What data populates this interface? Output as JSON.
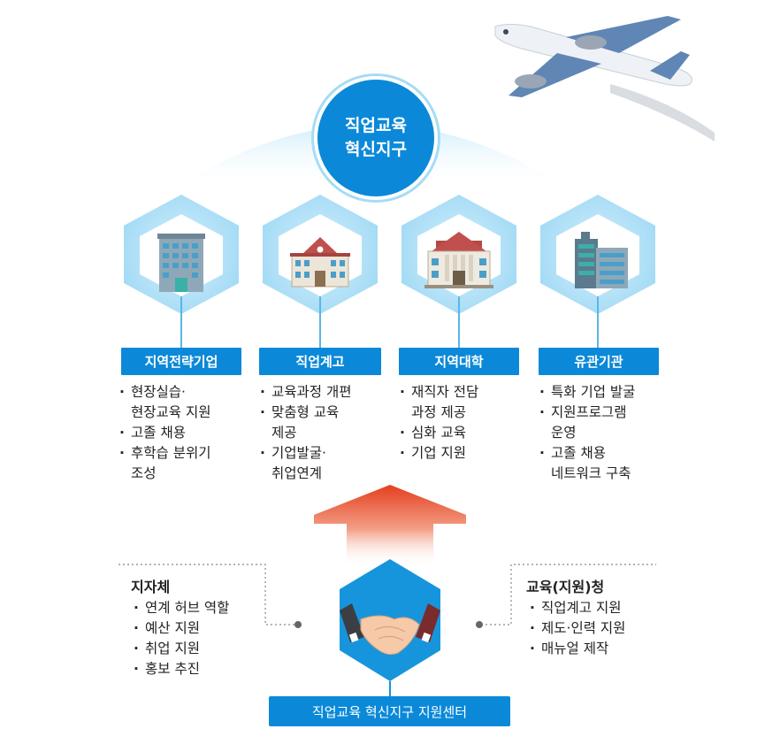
{
  "hub": {
    "line1": "직업교육",
    "line2": "혁신지구"
  },
  "members": [
    {
      "name": "지역전략기업",
      "items": [
        "현장실습·\n현장교육 지원",
        "고졸 채용",
        "후학습 분위기\n조성"
      ]
    },
    {
      "name": "직업계고",
      "items": [
        "교육과정 개편",
        "맞춤형 교육\n제공",
        "기업발굴·\n취업연계"
      ]
    },
    {
      "name": "지역대학",
      "items": [
        "재직자 전담\n과정 제공",
        "심화 교육",
        "기업 지원"
      ]
    },
    {
      "name": "유관기관",
      "items": [
        "특화 기업 발굴",
        "지원프로그램\n운영",
        "고졸 채용\n네트워크 구축"
      ]
    }
  ],
  "left_support": {
    "title": "지자체",
    "items": [
      "연계 허브 역할",
      "예산 지원",
      "취업 지원",
      "홍보 추진"
    ]
  },
  "right_support": {
    "title": "교육(지원)청",
    "items": [
      "직업계고 지원",
      "제도·인력 지원",
      "매뉴얼 제작"
    ]
  },
  "center": {
    "label": "직업교육 혁신지구 지원센터"
  },
  "icons": [
    "airplane-icon",
    "office-building-icon",
    "school-building-icon",
    "university-building-icon",
    "institution-building-icon",
    "handshake-icon",
    "upward-arrow-icon"
  ],
  "colors": {
    "primary": "#0b89d8",
    "hex_fill": "#aee0f7",
    "arrow": "#e84c2b"
  }
}
